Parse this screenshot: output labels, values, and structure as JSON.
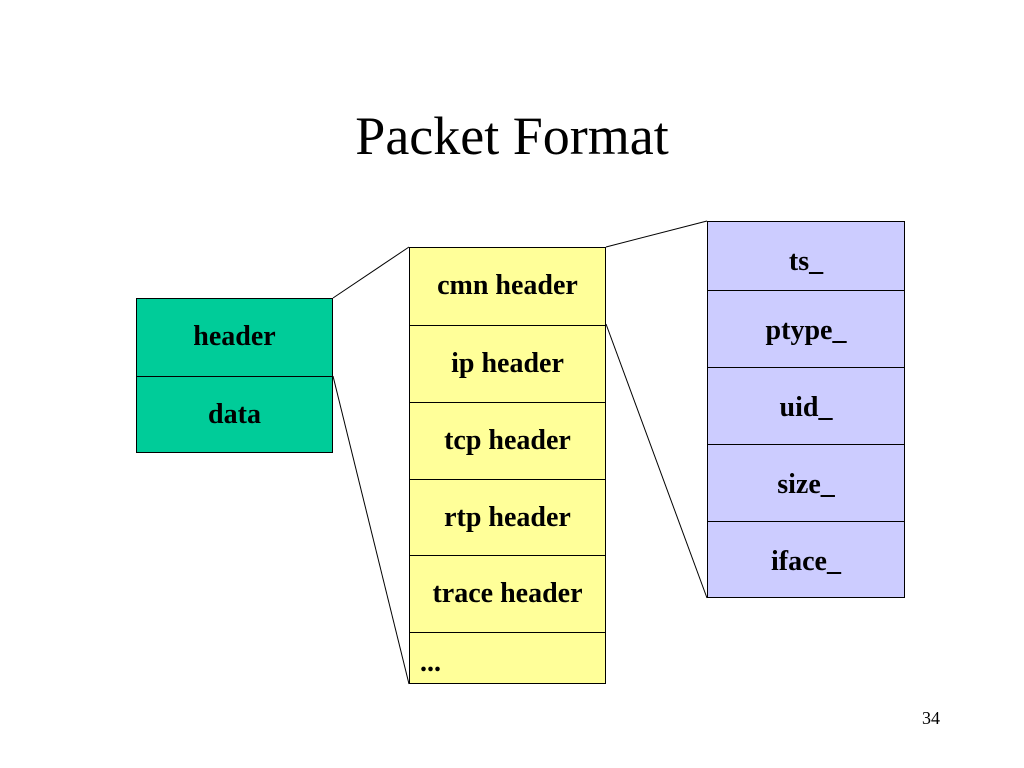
{
  "slide": {
    "title": "Packet Format",
    "page_number": "34"
  },
  "colors": {
    "packet_box": "#00CC99",
    "header_stack_box": "#FFFF99",
    "common_header_box": "#CCCCFF"
  },
  "packet": {
    "fields": [
      "header",
      "data"
    ]
  },
  "header_stack": {
    "fields": [
      "cmn header",
      "ip header",
      "tcp header",
      "rtp header",
      "trace header",
      "..."
    ]
  },
  "common_header": {
    "fields": [
      "ts_",
      "ptype_",
      "uid_",
      "size_",
      "iface_"
    ]
  }
}
